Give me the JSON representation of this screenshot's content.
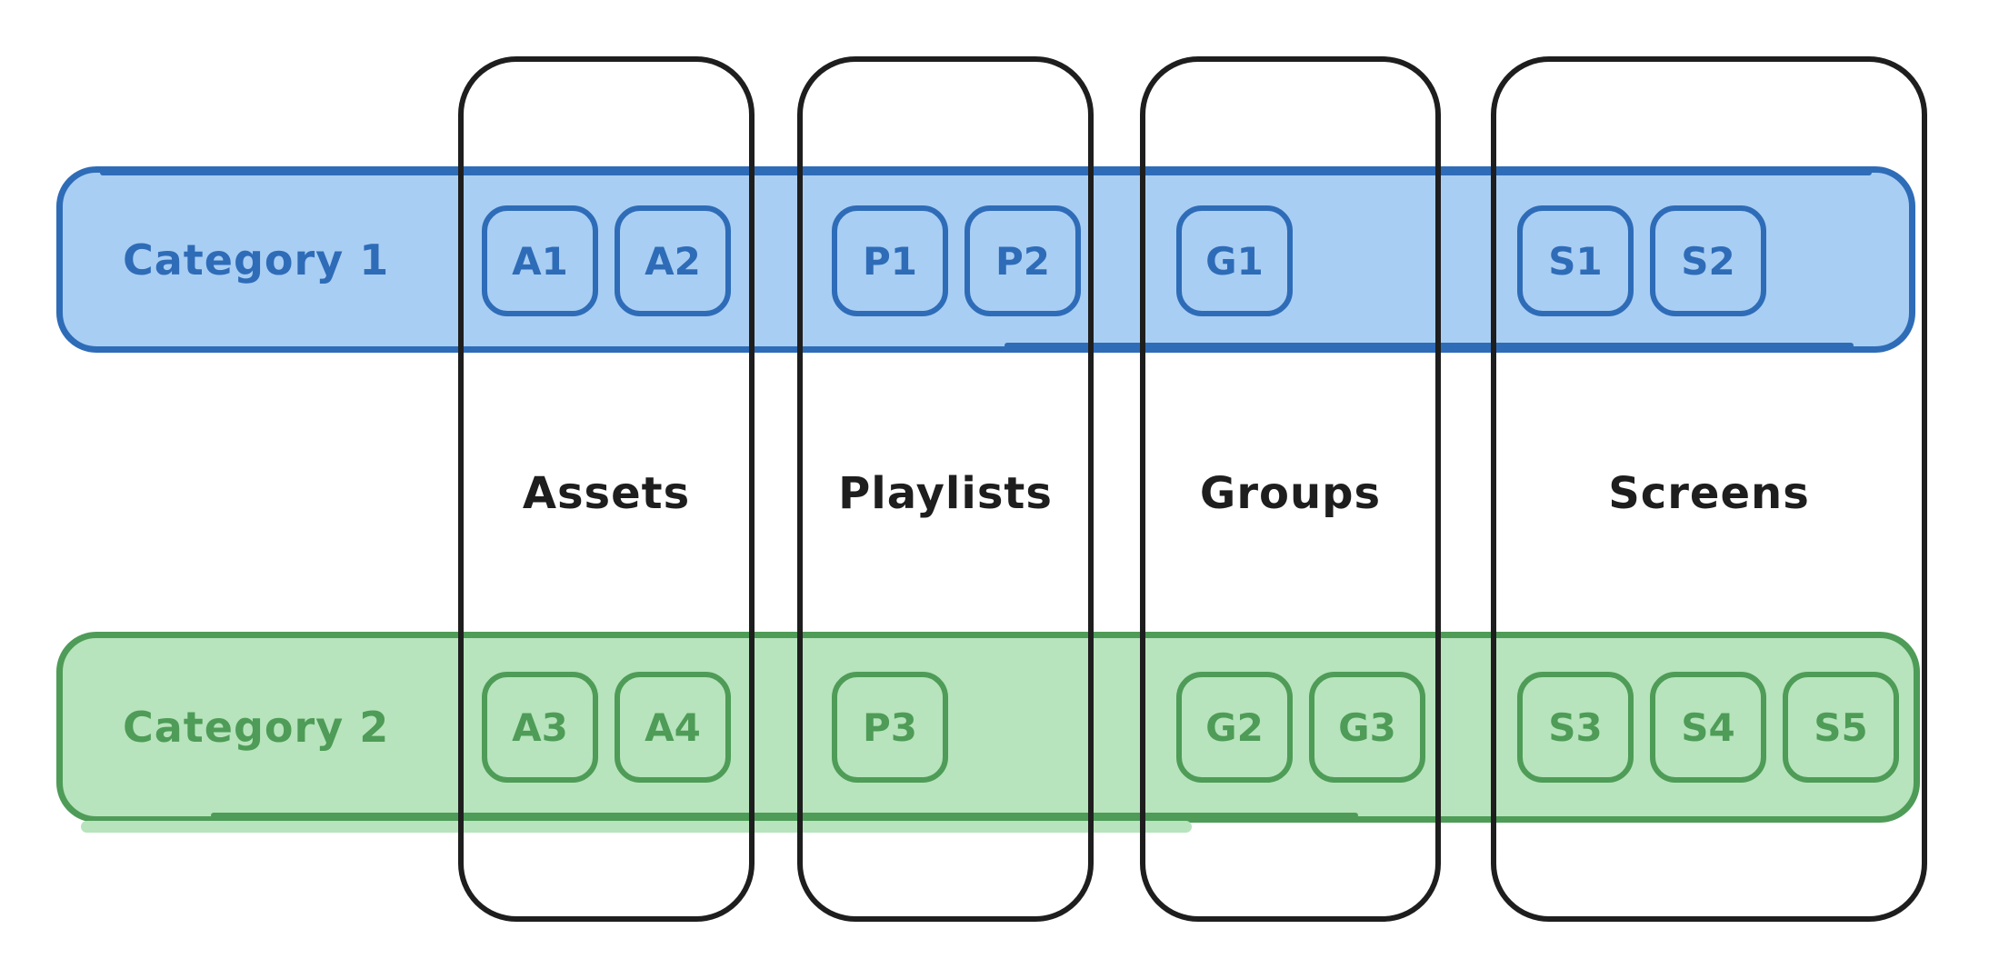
{
  "columns": [
    {
      "id": "assets",
      "label": "Assets"
    },
    {
      "id": "playlists",
      "label": "Playlists"
    },
    {
      "id": "groups",
      "label": "Groups"
    },
    {
      "id": "screens",
      "label": "Screens"
    }
  ],
  "categories": [
    {
      "id": "category-1",
      "label": "Category 1",
      "fill": "#A9CEF3",
      "stroke": "#2E6CB8",
      "items": {
        "assets": [
          "A1",
          "A2"
        ],
        "playlists": [
          "P1",
          "P2"
        ],
        "groups": [
          "G1"
        ],
        "screens": [
          "S1",
          "S2"
        ]
      }
    },
    {
      "id": "category-2",
      "label": "Category 2",
      "fill": "#B7E4BC",
      "stroke": "#4E9C57",
      "items": {
        "assets": [
          "A3",
          "A4"
        ],
        "playlists": [
          "P3"
        ],
        "groups": [
          "G2",
          "G3"
        ],
        "screens": [
          "S3",
          "S4",
          "S5"
        ]
      }
    }
  ],
  "colors": {
    "column_stroke": "#1E1E1E",
    "background": "#FFFFFF"
  }
}
